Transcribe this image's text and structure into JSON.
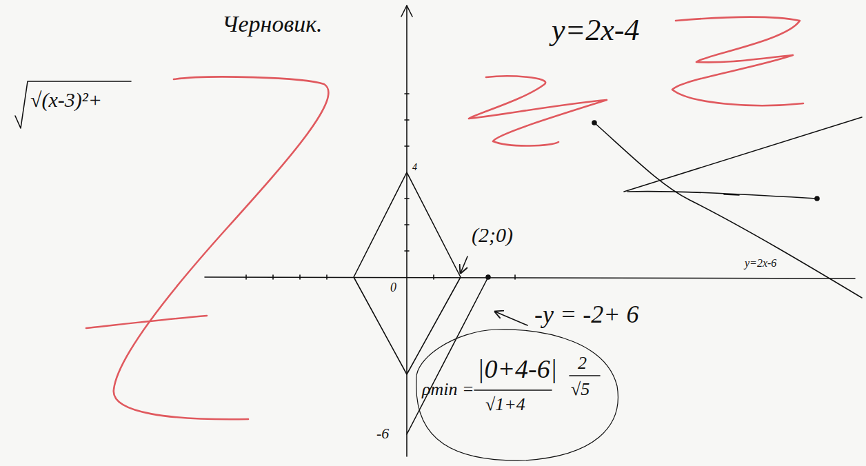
{
  "diagram": {
    "title": "Черновик.",
    "labels": [
      "y=2x-4",
      "√(x-3)²+",
      "4",
      "0",
      "(2;0)",
      "-6",
      "y=2x-6",
      "-y = -2+ 6",
      "ρmin =",
      "|0+4-6|",
      "√1+4",
      "2",
      "√5"
    ]
  }
}
